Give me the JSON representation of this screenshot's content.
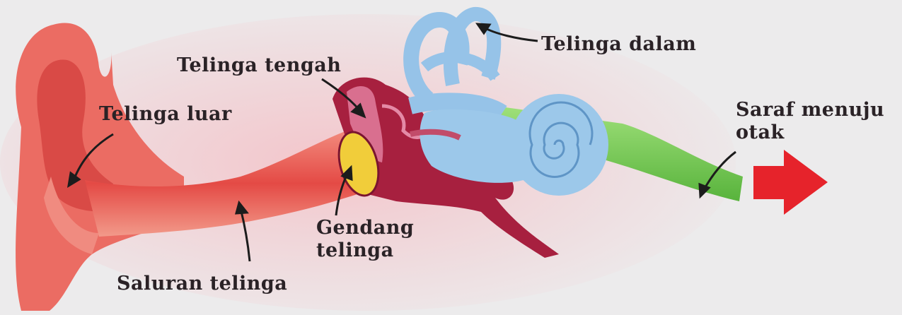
{
  "diagram": {
    "labels": {
      "outer_ear": "Telinga luar",
      "middle_ear": "Telinga tengah",
      "inner_ear": "Telinga dalam",
      "nerve_line1": "Saraf menuju",
      "nerve_line2": "otak",
      "eardrum_line1": "Gendang",
      "eardrum_line2": "telinga",
      "ear_canal": "Saluran telinga"
    },
    "colors": {
      "background": "#ecebec",
      "outer_ear": "#e8574f",
      "middle_ear": "#a4193e",
      "inner_ear": "#9cc8ea",
      "eardrum": "#f1cd3a",
      "nerve": "#7ccf56",
      "arrow": "#e6232b",
      "text": "#2a2226"
    }
  }
}
